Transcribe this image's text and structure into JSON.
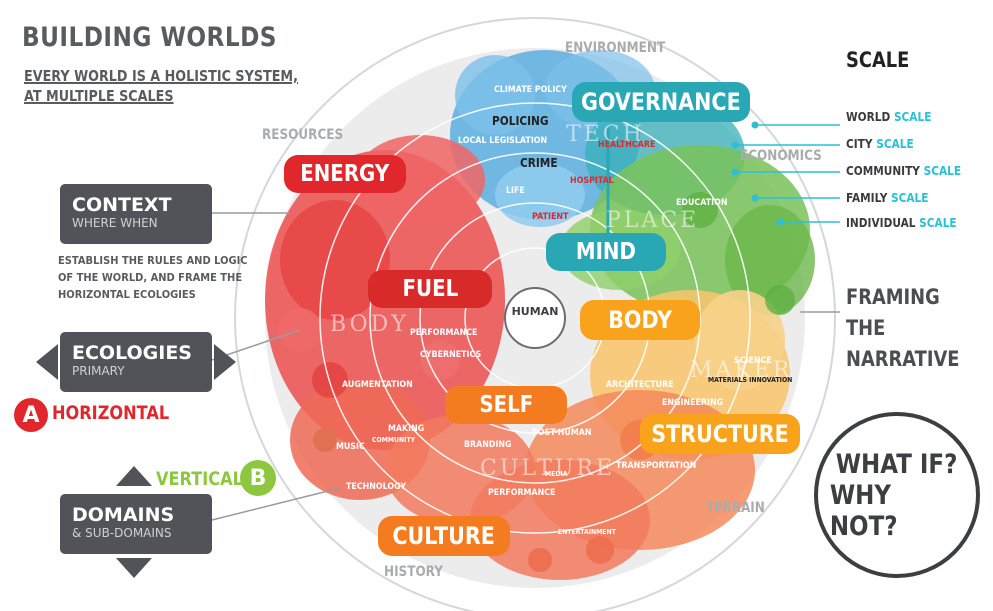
{
  "title": "BUILDING WORLDS",
  "subtitle": [
    "EVERY WORLD IS A HOLISTIC SYSTEM,",
    "AT MULTIPLE SCALES"
  ],
  "context": {
    "heading": "CONTEXT",
    "sub": "WHERE WHEN"
  },
  "context_text": [
    "ESTABLISH THE RULES AND LOGIC",
    "OF THE WORLD, AND FRAME THE",
    "HORIZONTAL ECOLOGIES"
  ],
  "ecologies": {
    "heading": "ECOLOGIES",
    "sub": "PRIMARY"
  },
  "horizontal": {
    "badge": "A",
    "label": "HORIZONTAL"
  },
  "vertical": {
    "badge": "B",
    "label": "VERTICAL"
  },
  "domains": {
    "heading": "DOMAINS",
    "sub": "& SUB-DOMAINS"
  },
  "scale": {
    "title": "SCALE",
    "rows": [
      {
        "name": "WORLD",
        "suffix": "SCALE"
      },
      {
        "name": "CITY",
        "suffix": "SCALE"
      },
      {
        "name": "COMMUNITY",
        "suffix": "SCALE"
      },
      {
        "name": "FAMILY",
        "suffix": "SCALE"
      },
      {
        "name": "INDIVIDUAL",
        "suffix": "SCALE"
      }
    ]
  },
  "framing": [
    "FRAMING THE",
    "NARRATIVE"
  ],
  "whatif": [
    "WHAT IF?",
    "WHY NOT?"
  ],
  "ring_labels": {
    "environment": "ENVIRONMENT",
    "resources": "RESOURCES",
    "economics": "ECONOMICS",
    "terrain": "TERRAIN",
    "history": "HISTORY"
  },
  "ghost_labels": {
    "place": "PLACE",
    "body": "BODY",
    "maker": "MAKER",
    "culture": "CULTURE",
    "tech": "TECH"
  },
  "nodes": {
    "governance": "GOVERNANCE",
    "energy": "ENERGY",
    "fuel": "FUEL",
    "mind": "MIND",
    "human": "HUMAN",
    "body": "BODY",
    "self": "SELF",
    "structure": "STRUCTURE",
    "culture": "CULTURE"
  },
  "minor_labels": {
    "climate_policy": "CLIMATE POLICY",
    "policing": "POLICING",
    "local_legislation": "LOCAL LEGISLATION",
    "crime": "CRIME",
    "healthcare": "HEALTHCARE",
    "hospital": "HOSPITAL",
    "life": "LIFE",
    "patient": "PATIENT",
    "education": "EDUCATION",
    "performance": "PERFORMANCE",
    "cybernetics": "CYBERNETICS",
    "augmentation": "AUGMENTATION",
    "making": "MAKING",
    "music": "MUSIC",
    "technology": "TECHNOLOGY",
    "branding": "BRANDING",
    "post_human": "POST-HUMAN",
    "performance2": "PERFORMANCE",
    "architecture": "ARCHITECTURE",
    "science": "SCIENCE",
    "engineering": "ENGINEERING",
    "transportation": "TRANSPORTATION",
    "entertainment": "ENTERTAINMENT",
    "community": "COMMUNITY",
    "media": "MEDIA",
    "materials": "MATERIALS INNOVATION"
  },
  "colors": {
    "red": "#e0282c",
    "orange": "#f47b20",
    "amber": "#f9a21b",
    "teal": "#2aa7b5",
    "blue": "#5aafe0",
    "green": "#79c25a",
    "dark": "#515358",
    "accent": "#2cc0d5"
  }
}
